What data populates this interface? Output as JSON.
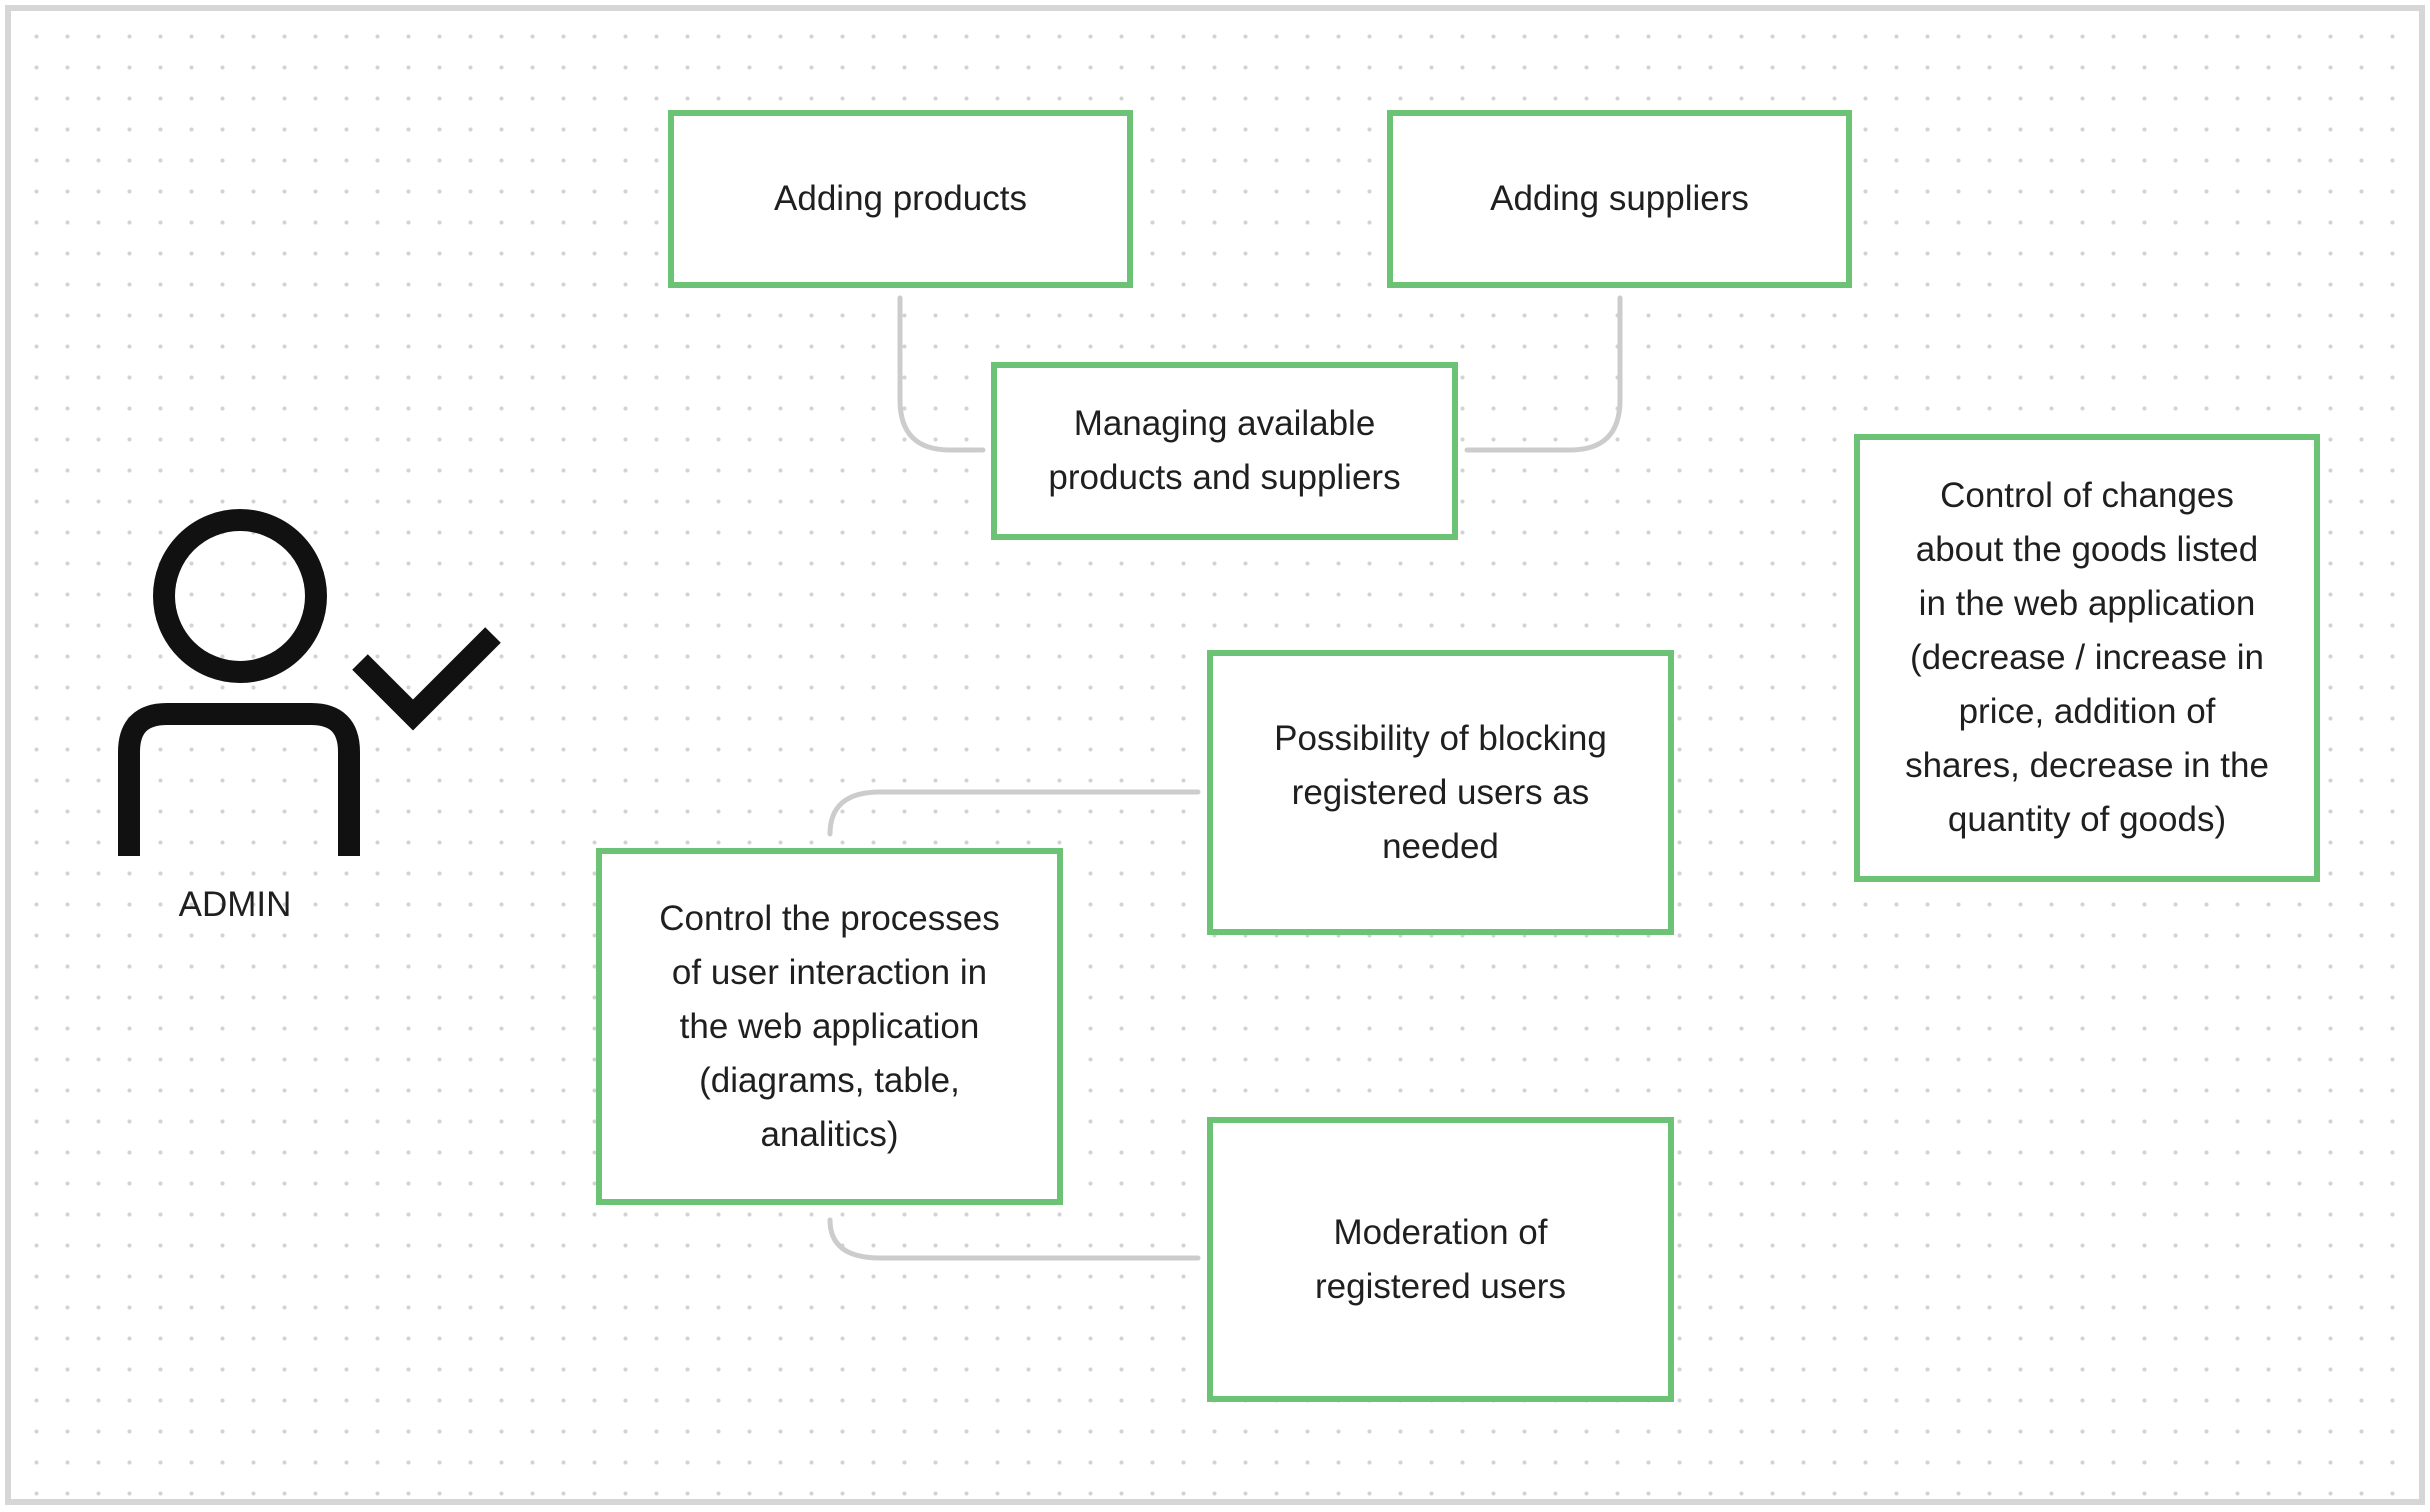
{
  "actor": {
    "icon": "user-check-icon",
    "label": "ADMIN"
  },
  "nodes": {
    "adding_products": "Adding products",
    "adding_suppliers": "Adding suppliers",
    "managing": "Managing available\nproducts and suppliers",
    "control_changes": "Control of changes\nabout the goods listed\nin the web application\n(decrease / increase in\nprice, addition of\nshares, decrease in the\nquantity of goods)",
    "blocking": "Possibility of blocking\nregistered users as\nneeded",
    "control_processes": "Control the processes\nof user interaction in\nthe web application\n(diagrams, table,\nanalitics)",
    "moderation": "Moderation of\nregistered users"
  },
  "colors": {
    "node_border": "#6cc275",
    "connector": "#cccccc",
    "frame_border": "#d6d6d6",
    "icon": "#111111"
  }
}
